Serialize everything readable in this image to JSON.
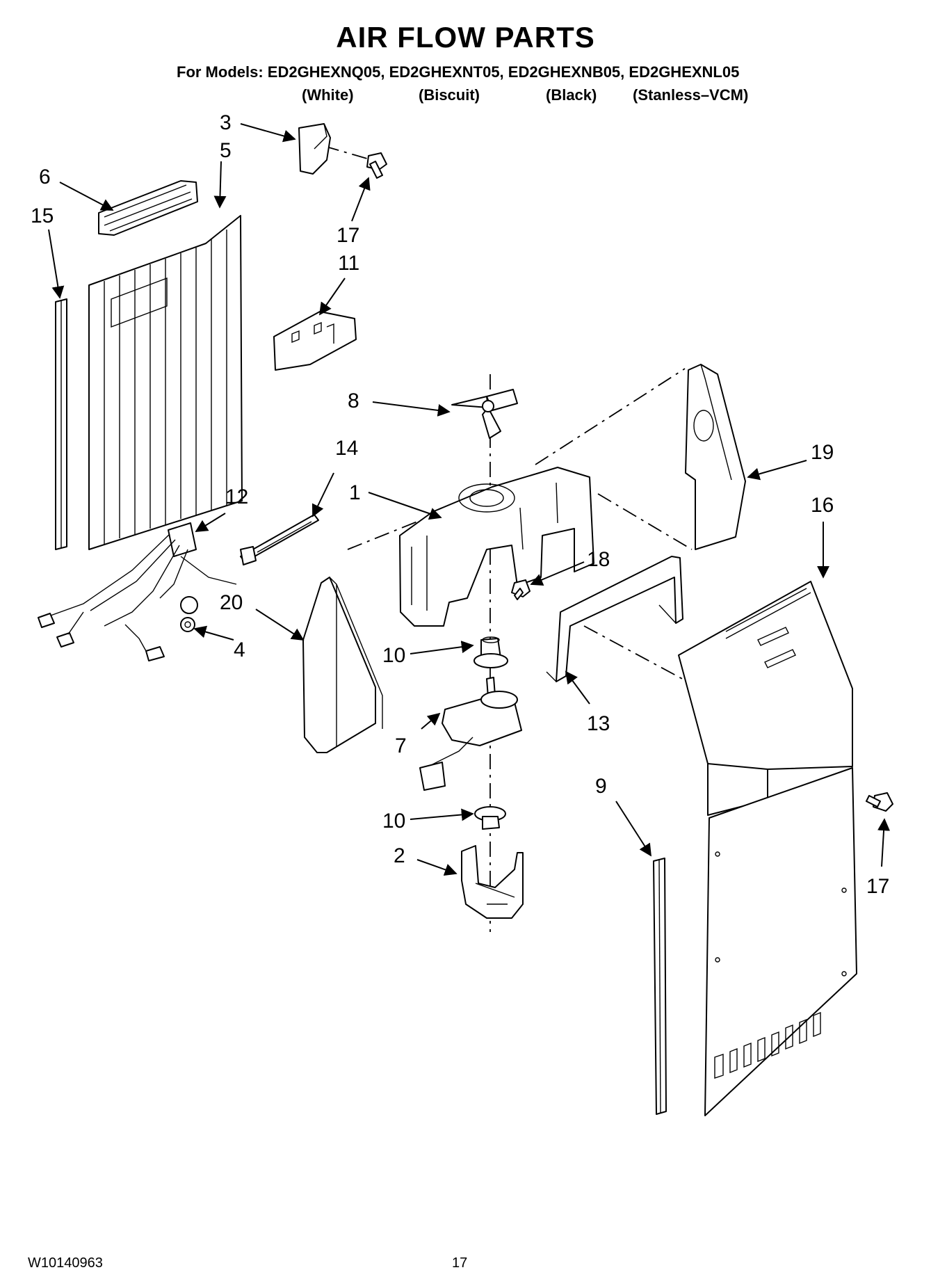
{
  "header": {
    "title": "AIR FLOW PARTS",
    "models_line": "For Models: ED2GHEXNQ05, ED2GHEXNT05, ED2GHEXNB05, ED2GHEXNL05",
    "variants": [
      "(White)",
      "(Biscuit)",
      "(Black)",
      "(Stanless–VCM)"
    ]
  },
  "callouts": {
    "c1": "1",
    "c2": "2",
    "c3": "3",
    "c4": "4",
    "c5": "5",
    "c6": "6",
    "c7": "7",
    "c8": "8",
    "c9": "9",
    "c10a": "10",
    "c10b": "10",
    "c11": "11",
    "c12": "12",
    "c13": "13",
    "c14": "14",
    "c15": "15",
    "c16": "16",
    "c17a": "17",
    "c17b": "17",
    "c18": "18",
    "c19": "19",
    "c20": "20"
  },
  "footer": {
    "doc_number": "W10140963",
    "page_number": "17"
  }
}
